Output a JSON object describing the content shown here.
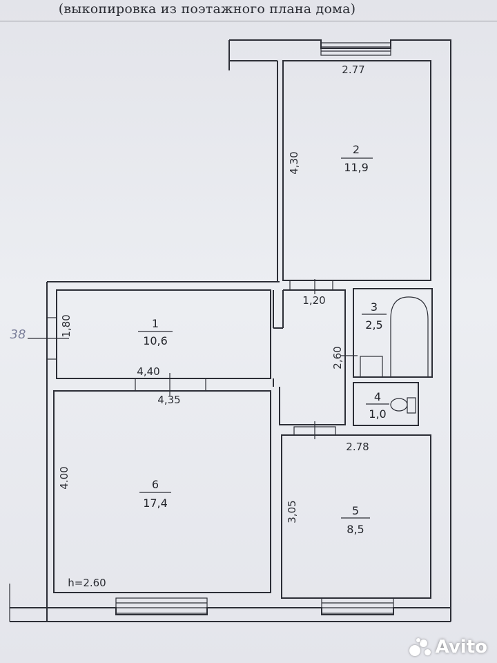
{
  "header": {
    "caption": "(выкопировка из поэтажного плана дома)"
  },
  "plan": {
    "margin_note": "38",
    "ceiling_height": "h=2.60",
    "rooms": [
      {
        "id": "1",
        "number": "1",
        "area": "10,6"
      },
      {
        "id": "2",
        "number": "2",
        "area": "11,9"
      },
      {
        "id": "3",
        "number": "3",
        "area": "2,5"
      },
      {
        "id": "4",
        "number": "4",
        "area": "1,0"
      },
      {
        "id": "5",
        "number": "5",
        "area": "8,5"
      },
      {
        "id": "6",
        "number": "6",
        "area": "17,4"
      }
    ],
    "dimensions": {
      "room2_width": "2.77",
      "room2_length": "4,30",
      "corridor_width": "1,20",
      "room1_width": "1,80",
      "room1_length": "4,40",
      "room6_width": "4,35",
      "room6_length": "4.00",
      "bath_length": "2,60",
      "room5_width": "2.78",
      "room5_length": "3,05"
    }
  },
  "watermark": {
    "brand": "Avito"
  }
}
